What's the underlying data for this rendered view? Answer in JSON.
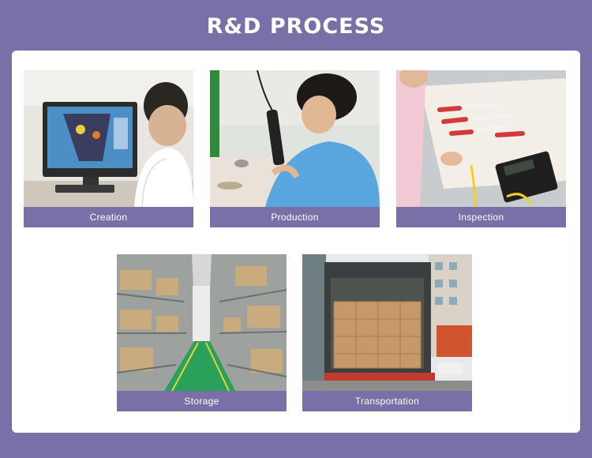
{
  "title": "R&D PROCESS",
  "colors": {
    "accent": "#7a6fa6",
    "panel": "#ffffff"
  },
  "steps": [
    {
      "label": "Creation"
    },
    {
      "label": "Production"
    },
    {
      "label": "Inspection"
    },
    {
      "label": "Storage"
    },
    {
      "label": "Transportation"
    }
  ]
}
